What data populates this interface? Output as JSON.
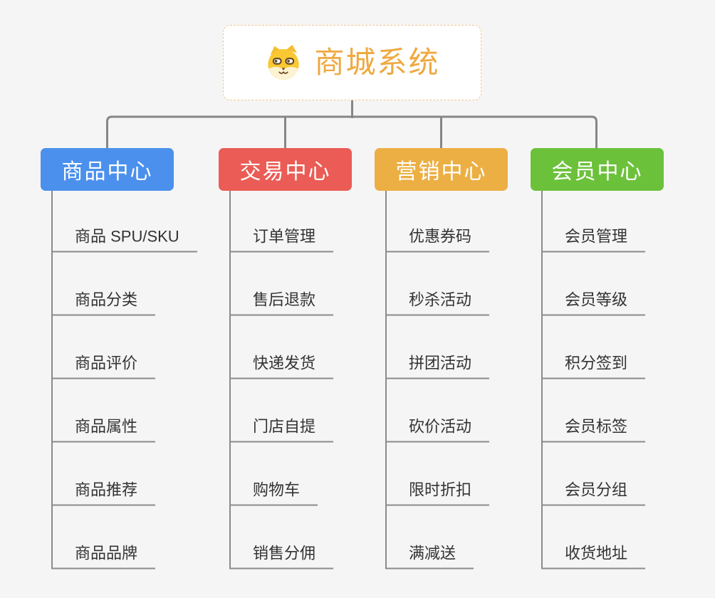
{
  "root": {
    "title": "商城系统",
    "icon": "dog-face-icon"
  },
  "branches": [
    {
      "label": "商品中心",
      "color": "#4b90ec",
      "items": [
        "商品 SPU/SKU",
        "商品分类",
        "商品评价",
        "商品属性",
        "商品推荐",
        "商品品牌"
      ]
    },
    {
      "label": "交易中心",
      "color": "#ea5c55",
      "items": [
        "订单管理",
        "售后退款",
        "快递发货",
        "门店自提",
        "购物车",
        "销售分佣"
      ]
    },
    {
      "label": "营销中心",
      "color": "#ecaf43",
      "items": [
        "优惠券码",
        "秒杀活动",
        "拼团活动",
        "砍价活动",
        "限时折扣",
        "满减送"
      ]
    },
    {
      "label": "会员中心",
      "color": "#6cc13b",
      "items": [
        "会员管理",
        "会员等级",
        "积分签到",
        "会员标签",
        "会员分组",
        "收货地址"
      ]
    }
  ],
  "colors": {
    "background": "#f5f5f5",
    "connector": "#868686",
    "leaf_line": "#8a8a8a",
    "leaf_text": "#333333",
    "root_border": "#f2c98d",
    "root_title": "#efa940",
    "branch_text": "#ffffff"
  }
}
